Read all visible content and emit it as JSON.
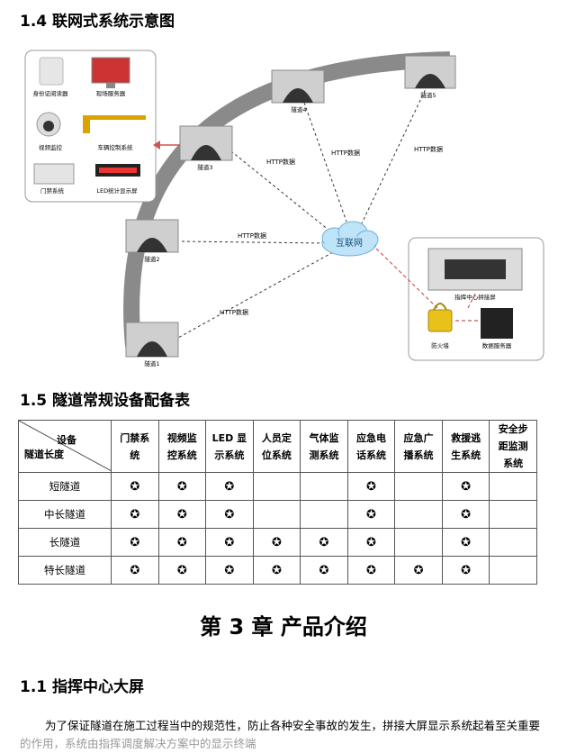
{
  "section_1_4": {
    "title": "1.4 联网式系统示意图"
  },
  "diagram": {
    "internet": "互联网",
    "http": "HTTP数据",
    "tunnels": [
      "隧道1",
      "隧道2",
      "隧道3",
      "隧道4",
      "隧道5"
    ],
    "left_devices": [
      "身份证阅读器",
      "现场服务器",
      "视频监控",
      "车辆控制系统",
      "门禁系统",
      "LED统计显示屏"
    ],
    "right_devices": {
      "screen": "指挥中心拼接屏",
      "firewall": "防火墙",
      "server": "数据服务器"
    }
  },
  "section_1_5": {
    "title": "1.5 隧道常规设备配备表"
  },
  "table": {
    "corner_top": "设备",
    "corner_bottom": "隧道长度",
    "columns": [
      [
        "门禁系",
        "统"
      ],
      [
        "视频监",
        "控系统"
      ],
      [
        "LED 显",
        "示系统"
      ],
      [
        "人员定",
        "位系统"
      ],
      [
        "气体监",
        "测系统"
      ],
      [
        "应急电",
        "话系统"
      ],
      [
        "应急广",
        "播系统"
      ],
      [
        "救援逃",
        "生系统"
      ],
      [
        "安全步",
        "距监测",
        "系统"
      ]
    ],
    "mark": "✪",
    "rows": [
      {
        "label": "短隧道",
        "marks": [
          1,
          1,
          1,
          0,
          0,
          1,
          0,
          1,
          0
        ]
      },
      {
        "label": "中长隧道",
        "marks": [
          1,
          1,
          1,
          0,
          0,
          1,
          0,
          1,
          0
        ]
      },
      {
        "label": "长隧道",
        "marks": [
          1,
          1,
          1,
          1,
          1,
          1,
          0,
          1,
          0
        ]
      },
      {
        "label": "特长隧道",
        "marks": [
          1,
          1,
          1,
          1,
          1,
          1,
          1,
          1,
          0
        ]
      }
    ]
  },
  "chapter": {
    "title": "第 3 章  产品介绍"
  },
  "section_3_1": {
    "title": "1.1 指挥中心大屏"
  },
  "paragraph": {
    "line1": "为了保证隧道在施工过程当中的规范性，防止各种安全事故的发生，拼接大屏显示系统起着至关重要",
    "line2": "的作用，系统由指挥调度解决方案中的显示终端"
  }
}
